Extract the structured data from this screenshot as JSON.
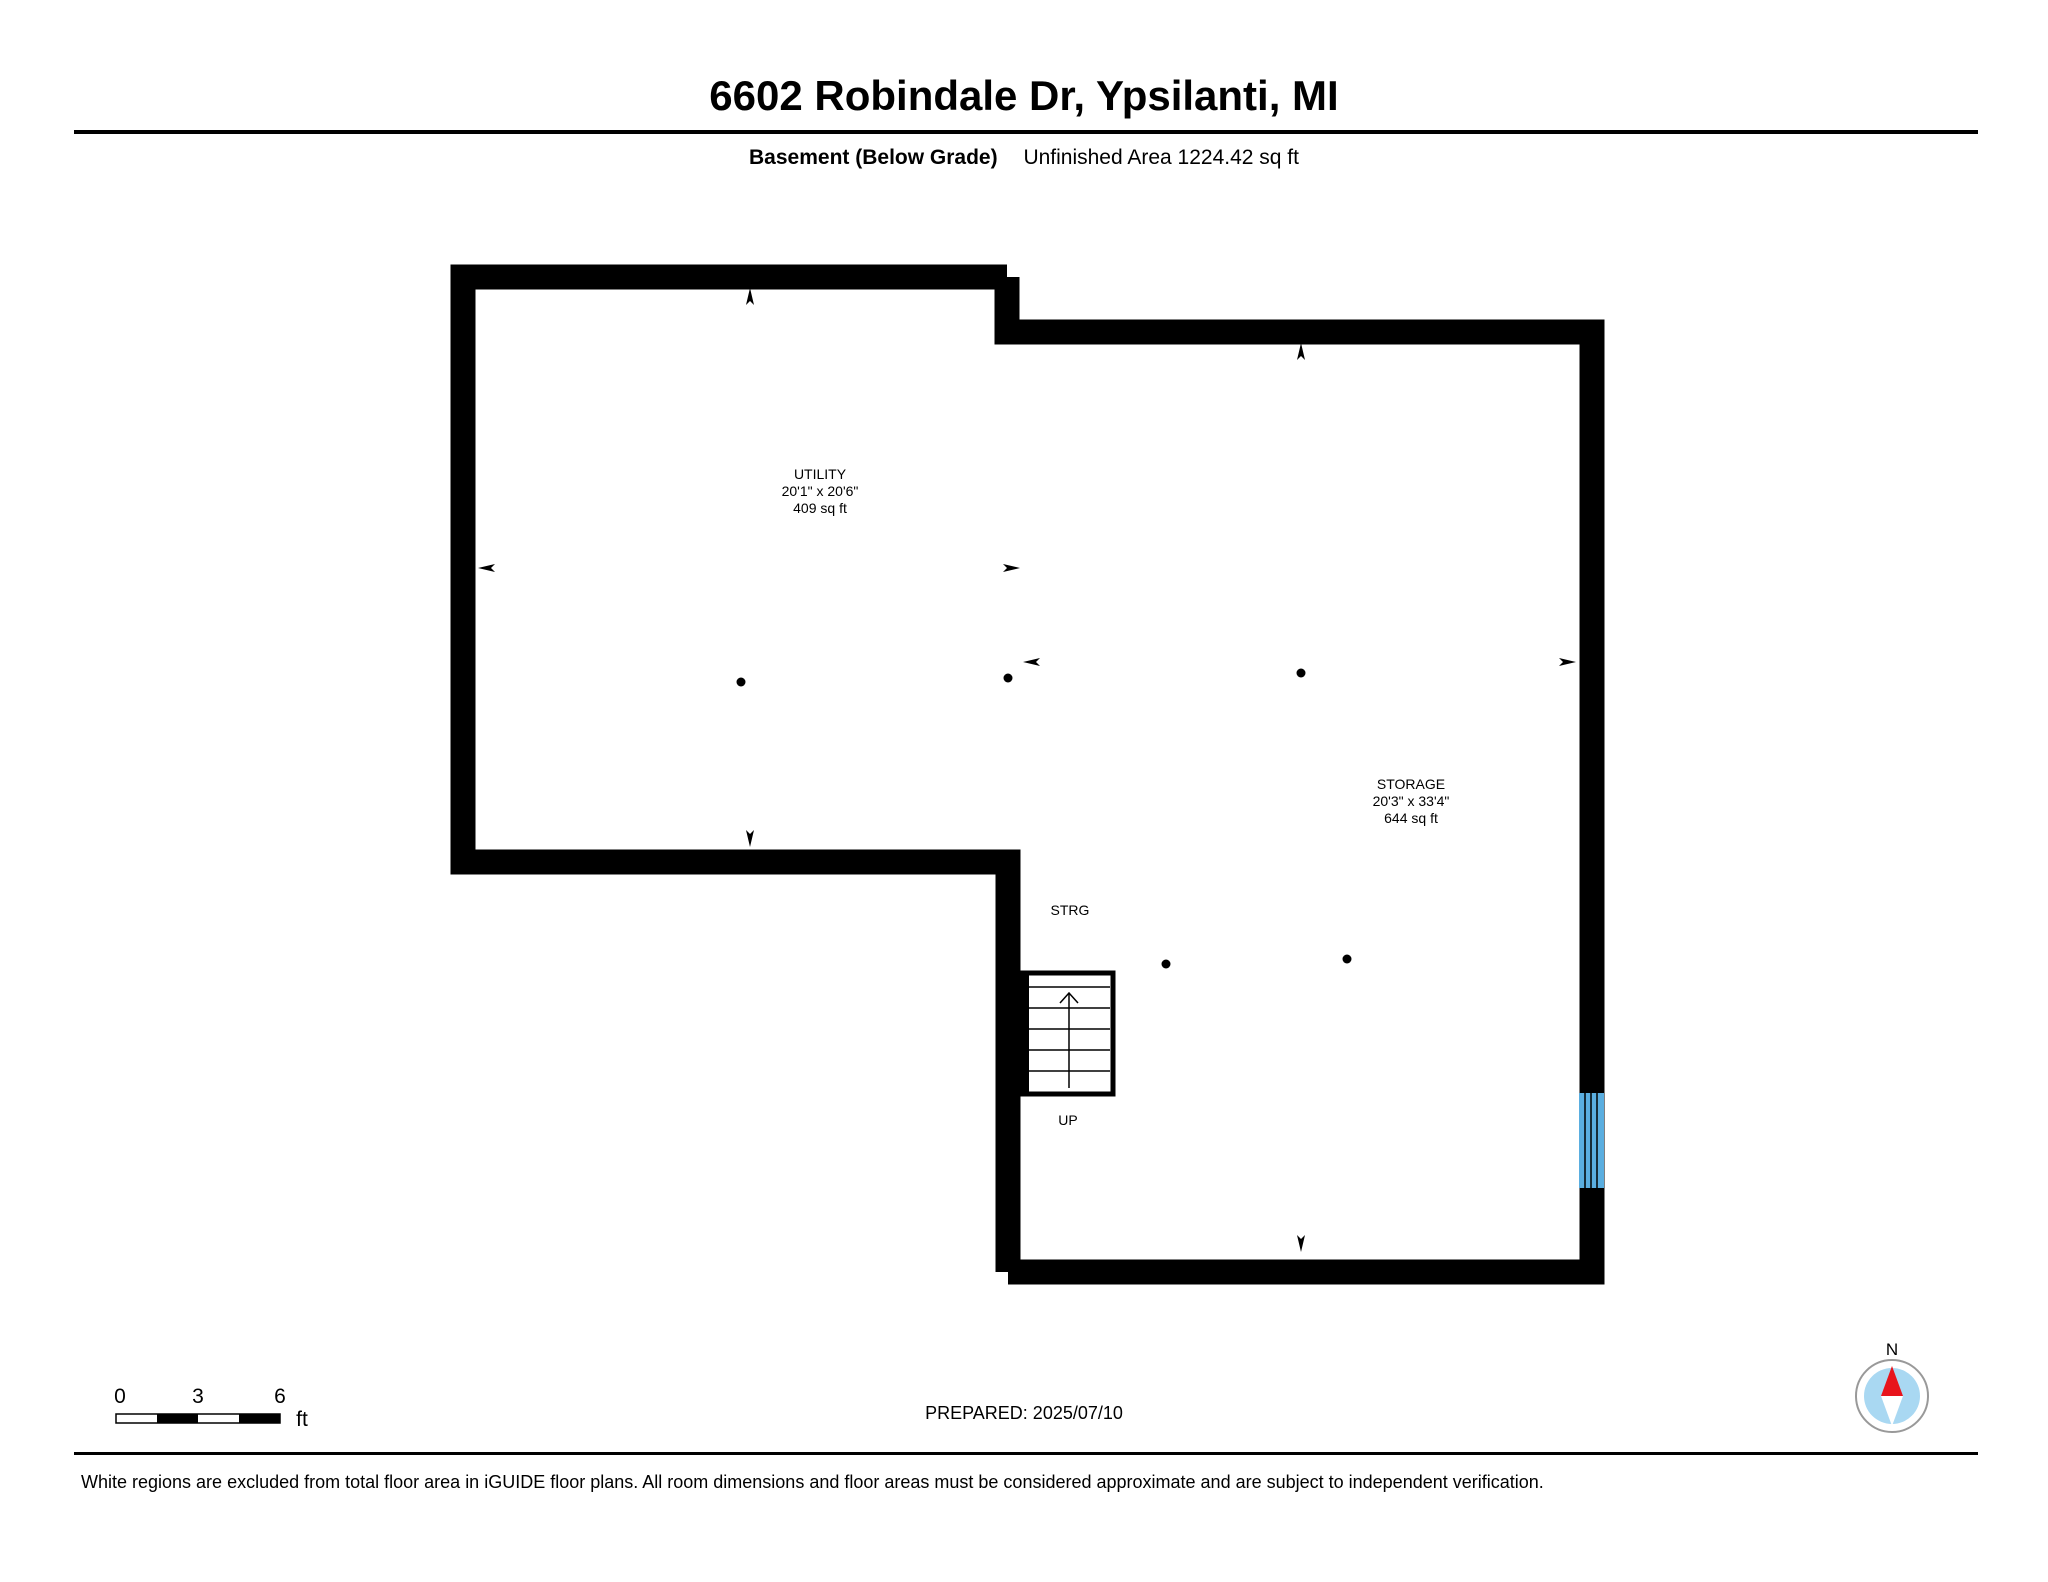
{
  "header": {
    "address": "6602 Robindale Dr, Ypsilanti, MI",
    "floor_name": "Basement (Below Grade)",
    "area_summary": "Unfinished Area 1224.42 sq ft"
  },
  "rooms": {
    "utility": {
      "name": "UTILITY",
      "dimensions": "20'1\" x 20'6\"",
      "area": "409 sq ft"
    },
    "storage": {
      "name": "STORAGE",
      "dimensions": "20'3\" x 33'4\"",
      "area": "644 sq ft"
    },
    "strg": {
      "name": "STRG"
    }
  },
  "stairs": {
    "label": "UP"
  },
  "scale_bar": {
    "ticks": [
      "0",
      "3",
      "6"
    ],
    "unit": "ft"
  },
  "compass": {
    "label": "N"
  },
  "footer": {
    "prepared": "PREPARED: 2025/07/10",
    "disclaimer": "White regions are excluded from total floor area in iGUIDE floor plans. All room dimensions and floor areas must be considered approximate and are subject to independent verification."
  },
  "colors": {
    "wall": "#000000",
    "window": "#5aaee0",
    "compass_needle": "#e8141c",
    "compass_face": "#a9d8f2"
  }
}
